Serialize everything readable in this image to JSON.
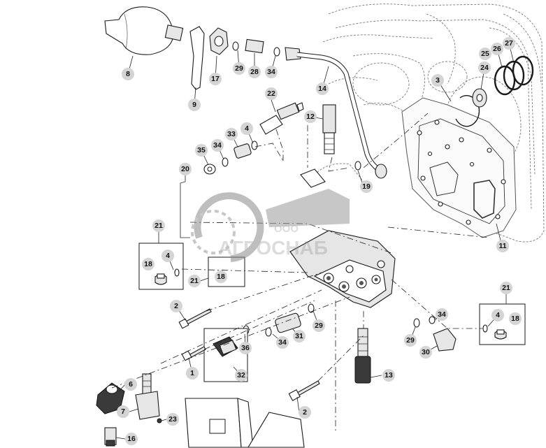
{
  "watermark": {
    "company_prefix": "ООО",
    "company_name": "АГРОСНАБ"
  },
  "callouts": {
    "c1": "1",
    "c2a": "2",
    "c2b": "2",
    "c3": "3",
    "c4a": "4",
    "c4b": "4",
    "c4c": "4",
    "c6": "6",
    "c7": "7",
    "c8": "8",
    "c9": "9",
    "c11": "11",
    "c12": "12",
    "c13": "13",
    "c14": "14",
    "c16": "16",
    "c17": "17",
    "c18a": "18",
    "c18b": "18",
    "c18c": "18",
    "c19": "19",
    "c20": "20",
    "c21a": "21",
    "c21b": "21",
    "c21c": "21",
    "c22": "22",
    "c23": "23",
    "c24": "24",
    "c25": "25",
    "c26": "26",
    "c27": "27",
    "c28": "28",
    "c29a": "29",
    "c29b": "29",
    "c29c": "29",
    "c30": "30",
    "c31": "31",
    "c32": "32",
    "c33": "33",
    "c34a": "34",
    "c34b": "34",
    "c34c": "34",
    "c34d": "34",
    "c35": "35",
    "c36": "36"
  }
}
